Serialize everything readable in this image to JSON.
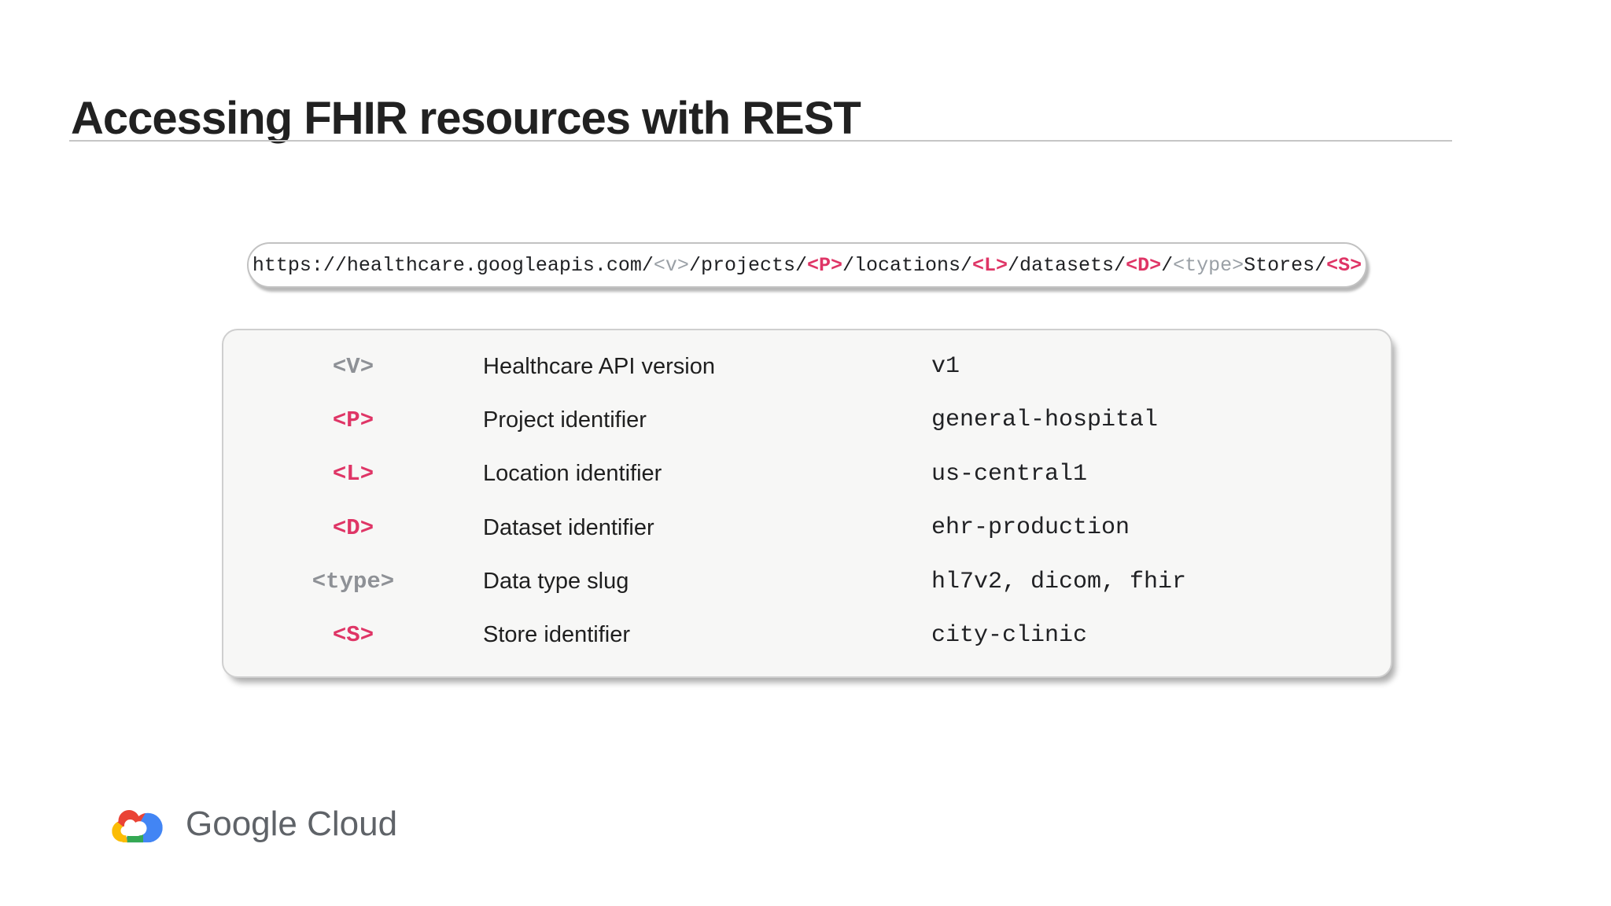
{
  "title": "Accessing FHIR resources with REST",
  "url_bar": {
    "segments": [
      {
        "text": "https://healthcare.googleapis.com/",
        "style": "plain"
      },
      {
        "text": "<v>",
        "style": "gray"
      },
      {
        "text": "/projects/",
        "style": "plain"
      },
      {
        "text": "<P>",
        "style": "pink"
      },
      {
        "text": "/locations/",
        "style": "plain"
      },
      {
        "text": "<L>",
        "style": "pink"
      },
      {
        "text": "/datasets/",
        "style": "plain"
      },
      {
        "text": "<D>",
        "style": "pink"
      },
      {
        "text": "/",
        "style": "plain"
      },
      {
        "text": "<type>",
        "style": "gray"
      },
      {
        "text": "Stores/",
        "style": "plain"
      },
      {
        "text": "<S>",
        "style": "pink"
      }
    ]
  },
  "table": {
    "rows": [
      {
        "token": "<V>",
        "token_style": "gray",
        "label": "Healthcare API version",
        "value": "v1"
      },
      {
        "token": "<P>",
        "token_style": "pink",
        "label": "Project identifier",
        "value": "general-hospital"
      },
      {
        "token": "<L>",
        "token_style": "pink",
        "label": "Location identifier",
        "value": "us-central1"
      },
      {
        "token": "<D>",
        "token_style": "pink",
        "label": "Dataset identifier",
        "value": "ehr-production"
      },
      {
        "token": "<type>",
        "token_style": "gray",
        "label": "Data type slug",
        "value": "hl7v2, dicom, fhir"
      },
      {
        "token": "<S>",
        "token_style": "pink",
        "label": "Store identifier",
        "value": "city-clinic"
      }
    ]
  },
  "footer": {
    "brand": "Google Cloud"
  },
  "colors": {
    "token_pink": "#df3566",
    "token_gray": "#9aa0a6",
    "text_dark": "#202124",
    "card_bg": "#f7f7f6",
    "brand_gray": "#5f6368",
    "google_red": "#EA4335",
    "google_yellow": "#FBBC04",
    "google_green": "#34A853",
    "google_blue": "#4285F4"
  }
}
